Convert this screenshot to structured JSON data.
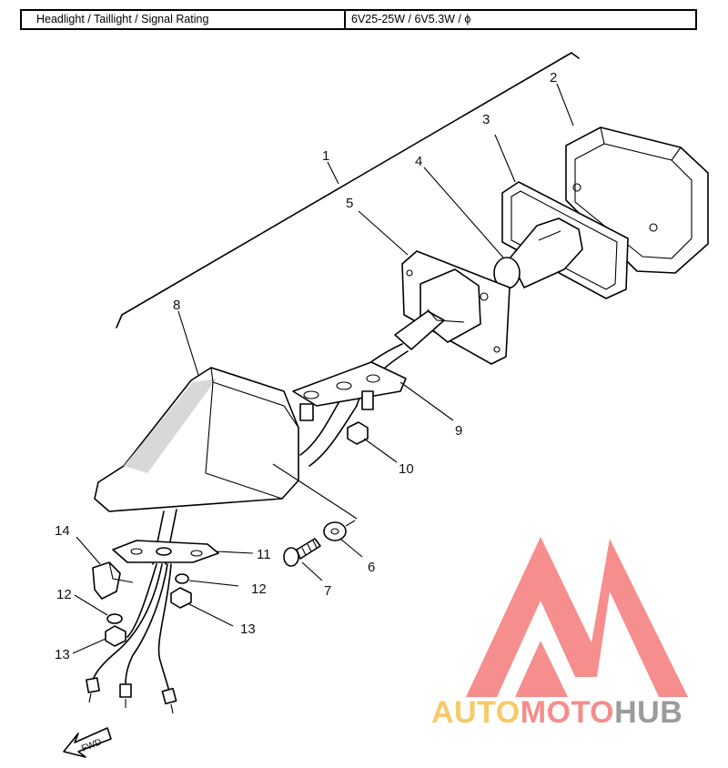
{
  "spec": {
    "label": "Headlight / Taillight / Signal Rating",
    "value": "6V25-25W / 6V5.3W / ϕ"
  },
  "callouts": [
    "1",
    "2",
    "3",
    "4",
    "5",
    "6",
    "7",
    "8",
    "9",
    "10",
    "11",
    "12",
    "12",
    "13",
    "13",
    "14"
  ],
  "fwd_label": "FWD",
  "watermark": {
    "part1": "AUTO",
    "part2": "MOTO",
    "part3": "HUB",
    "color_auto": "#f6c04f",
    "color_moto": "#f37a79",
    "color_hub": "#8a8a8a",
    "logo_color": "#f37a79"
  }
}
